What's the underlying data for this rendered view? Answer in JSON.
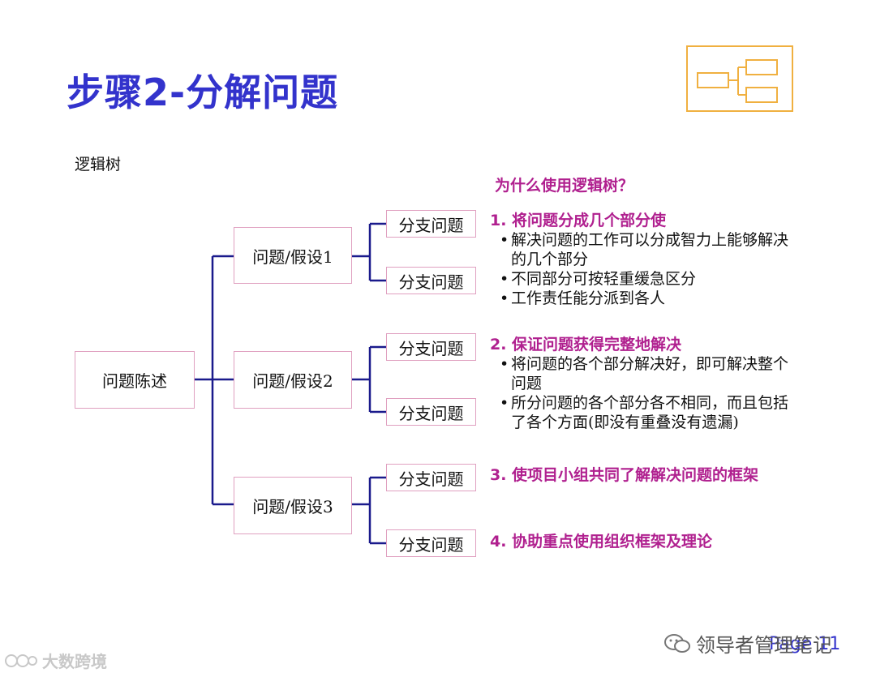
{
  "title": "步骤2-分解问题",
  "subtitle": "逻辑树",
  "tree": {
    "root": "问题陈述",
    "hypotheses": [
      "问题/假设1",
      "问题/假设2",
      "问题/假设3"
    ],
    "branch_label": "分支问题"
  },
  "why": {
    "title": "为什么使用逻辑树？",
    "points": [
      {
        "head": "1. 将问题分成几个部分使",
        "bullets": [
          "解决问题的工作可以分成智力上能够解决的几个部分",
          "不同部分可按轻重缓急区分",
          "工作责任能分派到各人"
        ]
      },
      {
        "head": "2. 保证问题获得完整地解决",
        "bullets": [
          "将问题的各个部分解决好，即可解决整个问题",
          "所分问题的各个部分各不相同，而且包括了各个方面(即没有重叠没有遗漏)"
        ]
      },
      {
        "head": "3. 使项目小组共同了解解决问题的框架",
        "bullets": []
      },
      {
        "head": "4. 协助重点使用组织框架及理论",
        "bullets": []
      }
    ]
  },
  "watermark": {
    "left": "大数跨境",
    "right": "领导者管理笔记"
  },
  "page_label": "Page 11",
  "colors": {
    "title": "#3333cc",
    "accent": "#b0208f",
    "tree_line": "#1a1a8c",
    "box_border": "#e0a0c0",
    "logo_border": "#f0b040"
  }
}
